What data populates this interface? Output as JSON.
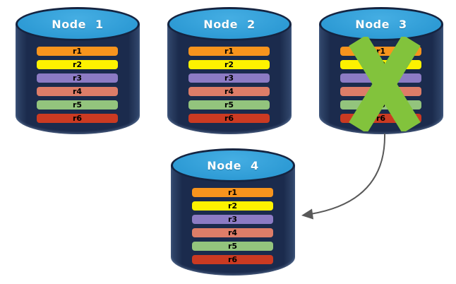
{
  "diagram": {
    "title": "replicated-database-nodes",
    "nodes": [
      {
        "title": "Node 1"
      },
      {
        "title": "Node 2"
      },
      {
        "title": "Node 3"
      },
      {
        "title": "Node 4"
      }
    ],
    "rows": [
      {
        "label": "r1",
        "color": "#f7941d"
      },
      {
        "label": "r2",
        "color": "#fdf200"
      },
      {
        "label": "r3",
        "color": "#8c7bc4"
      },
      {
        "label": "r4",
        "color": "#dd7d68"
      },
      {
        "label": "r5",
        "color": "#93c47d"
      },
      {
        "label": "r6",
        "color": "#cb3a22"
      }
    ],
    "colors": {
      "background": "#ffffff",
      "cylinder_body": "#1b2b4d",
      "cylinder_top": "#2e9bd5",
      "cylinder_outline": "#152441",
      "title_text": "#ffffff",
      "row_text": "#000000",
      "x_mark": "#82c33c",
      "arrow": "#595959"
    },
    "annotations": {
      "failed_node": "Node 3",
      "arrow_meaning": "from Node 3 to Node 4"
    }
  }
}
